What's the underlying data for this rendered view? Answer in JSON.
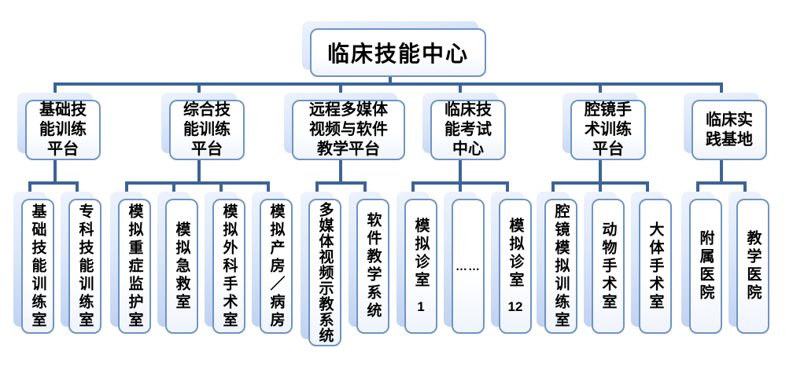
{
  "root": {
    "label": "临床技能中心"
  },
  "groups": [
    {
      "label": "基础技能训练平台",
      "children": [
        {
          "label": "基础技能训练室"
        },
        {
          "label": "专科技能训练室"
        }
      ]
    },
    {
      "label": "综合技能训练平台",
      "children": [
        {
          "label": "模拟重症监护室"
        },
        {
          "label": "模拟急救室"
        },
        {
          "label": "模拟外科手术室"
        },
        {
          "label": "模拟产房／病房"
        }
      ]
    },
    {
      "label": "远程多媒体视频与软件教学平台",
      "children": [
        {
          "label": "多媒体视频示教系统"
        },
        {
          "label": "软件教学系统"
        }
      ]
    },
    {
      "label": "临床技能考试中心",
      "children": [
        {
          "label": "模拟诊室",
          "num": "1"
        },
        {
          "label": "……"
        },
        {
          "label": "模拟诊室",
          "num": "12"
        }
      ]
    },
    {
      "label": "腔镜手术训练平台",
      "children": [
        {
          "label": "腔镜模拟训练室"
        },
        {
          "label": "动物手术室"
        },
        {
          "label": "大体手术室"
        }
      ]
    },
    {
      "label": "临床实践基地",
      "children": [
        {
          "label": "附属医院"
        },
        {
          "label": "教学医院"
        }
      ]
    }
  ],
  "colors": {
    "connector": "#3c6496",
    "card_border": "#6e94c4",
    "backing_light": "#eef3fc",
    "backing_deep": "#bed0f0"
  }
}
